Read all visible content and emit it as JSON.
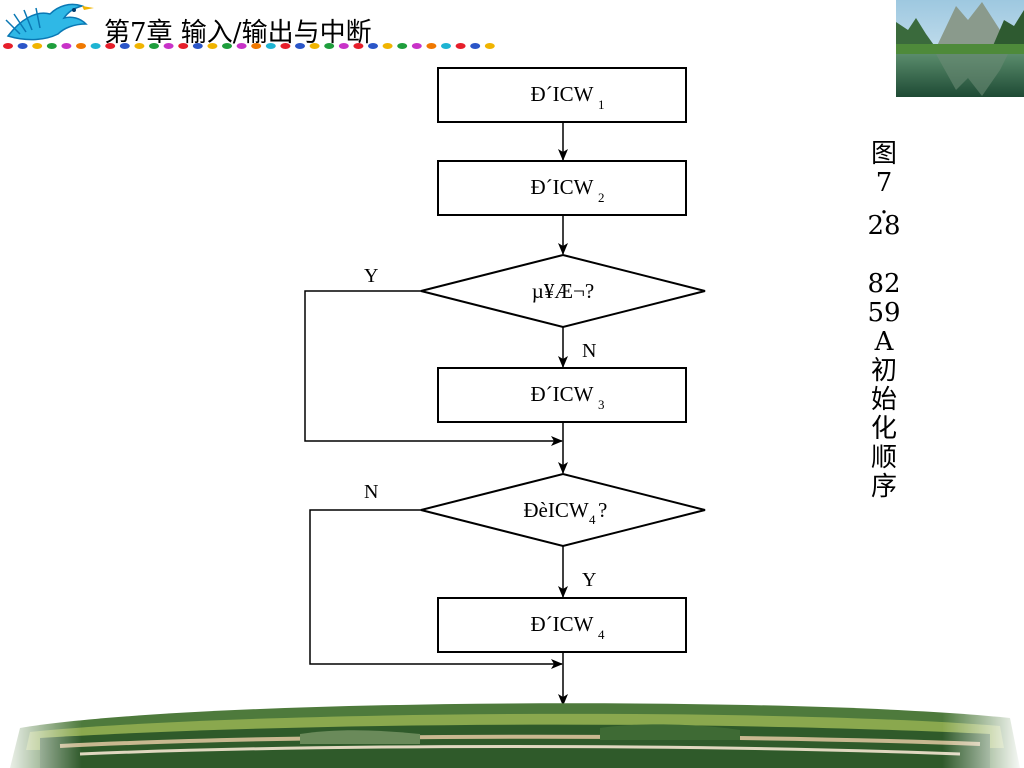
{
  "header": {
    "title": "第7章   输入/输出与中断",
    "dot_colors": [
      "#e61e2a",
      "#2a55c8",
      "#f0b400",
      "#1e9e3c",
      "#c832c8",
      "#f07800",
      "#1eb4d2",
      "#e61e2a",
      "#2a55c8",
      "#f0b400",
      "#1e9e3c",
      "#c832c8"
    ]
  },
  "caption": {
    "lines": [
      "图",
      "7",
      ".",
      "28",
      "",
      "82",
      "59",
      "A",
      "初",
      "始",
      "化",
      "顺",
      "序"
    ]
  },
  "flowchart": {
    "nodes": [
      {
        "id": "write-icw1",
        "shape": "rect",
        "label": "Ð´ICW",
        "sub": "1"
      },
      {
        "id": "write-icw2",
        "shape": "rect",
        "label": "Ð´ICW",
        "sub": "2"
      },
      {
        "id": "decision-single",
        "shape": "diamond",
        "label": "µ¥Æ¬?"
      },
      {
        "id": "write-icw3",
        "shape": "rect",
        "label": "Ð´ICW",
        "sub": "3"
      },
      {
        "id": "decision-icw4",
        "shape": "diamond",
        "label": "ÐèICW",
        "sub": "4",
        "suffix": "?"
      },
      {
        "id": "write-icw4",
        "shape": "rect",
        "label": "Ð´ICW",
        "sub": "4"
      }
    ],
    "branch_labels": {
      "single_yes": "Y",
      "single_no": "N",
      "icw4_no": "N",
      "icw4_yes": "Y"
    }
  }
}
